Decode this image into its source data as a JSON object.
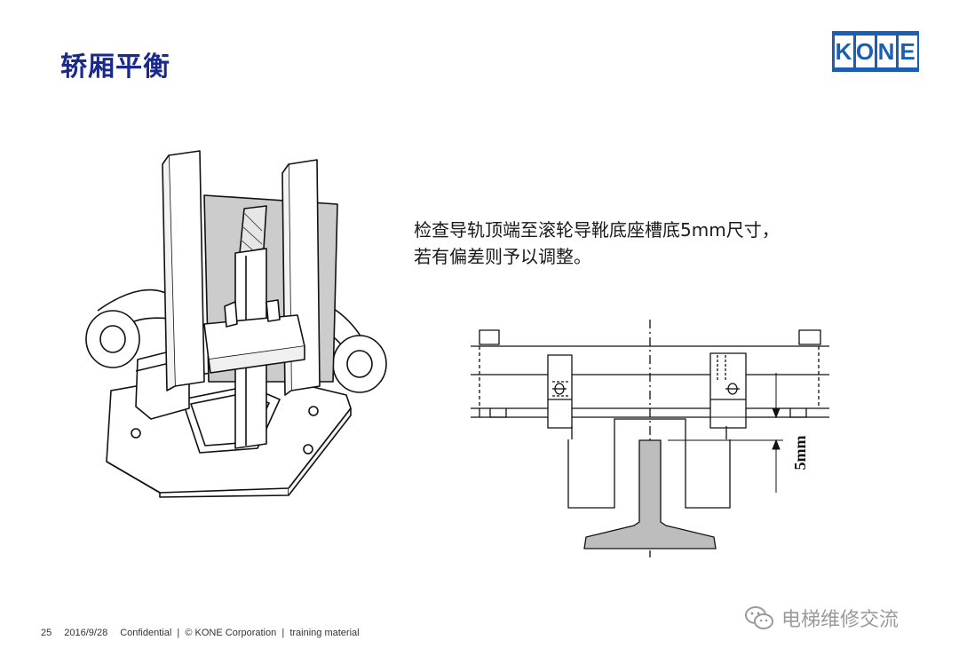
{
  "slide": {
    "title": "轿厢平衡",
    "description_lines": [
      "检查导轨顶端至滚轮导靴底座槽底5mm尺寸，",
      "若有偏差则予以调整。"
    ],
    "dimension_label": "5mm"
  },
  "logo": {
    "letters": [
      "K",
      "O",
      "N",
      "E"
    ]
  },
  "footer": {
    "page": "25",
    "date": "2016/9/28",
    "text": "Confidential  |  © KONE Corporation  |  training material"
  },
  "watermark": {
    "text": "电梯维修交流"
  }
}
